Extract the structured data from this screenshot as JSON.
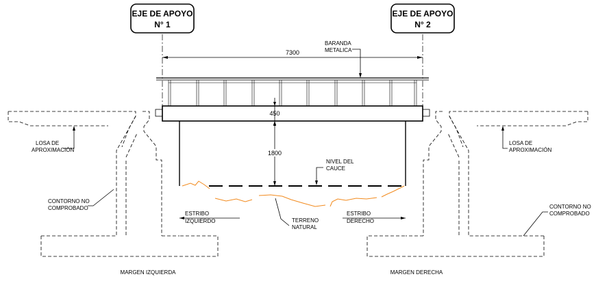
{
  "axes": [
    {
      "line1": "EJE DE APOYO",
      "line2": "N° 1"
    },
    {
      "line1": "EJE DE APOYO",
      "line2": "N° 2"
    }
  ],
  "dimensions": {
    "span": "7300",
    "deck_depth": "450",
    "clearance": "1800"
  },
  "labels": {
    "railing": [
      "BARANDA",
      "METALICA"
    ],
    "approach_slab_left": [
      "LOSA DE",
      "APROXIMACIÓN"
    ],
    "approach_slab_right": [
      "LOSA DE",
      "APROXIMACIÓN"
    ],
    "contour_left": [
      "CONTORNO NO",
      "COMPROBADO"
    ],
    "contour_right": [
      "CONTORNO NO",
      "COMPROBADO"
    ],
    "channel_level": [
      "NIVEL DEL",
      "CAUCE"
    ],
    "abutment_left": [
      "ESTRIBO",
      "IZQUIERDO"
    ],
    "abutment_right": [
      "ESTRIBO",
      "DERECHO"
    ],
    "natural_ground": [
      "TERRENO",
      "NATURAL"
    ],
    "left_bank": "MARGEN IZQUIERDA",
    "right_bank": "MARGEN DERECHA"
  },
  "colors": {
    "terrain": "#f28a1d",
    "lines": "#000000"
  }
}
